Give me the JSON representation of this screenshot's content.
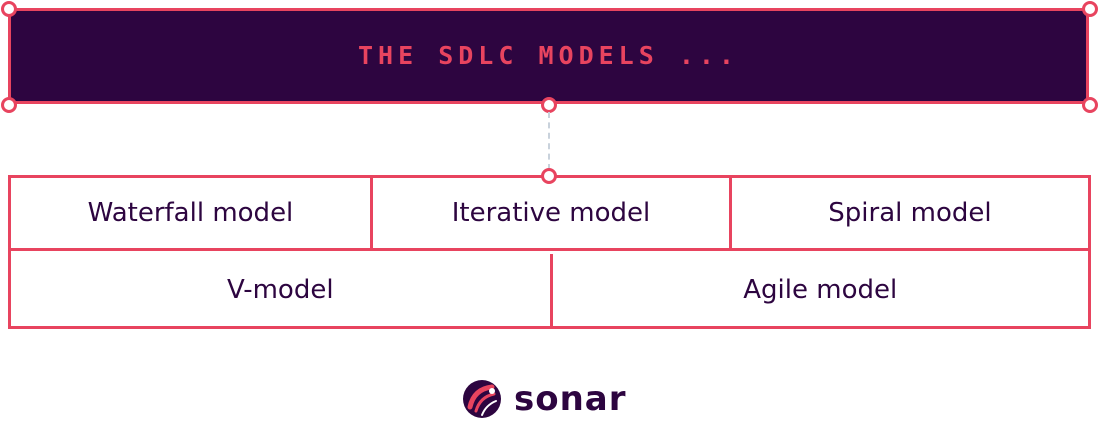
{
  "title": "THE SDLC MODELS ...",
  "models_row_1": [
    "Waterfall model",
    "Iterative model",
    "Spiral model"
  ],
  "models_row_2": [
    "V-model",
    "Agile model"
  ],
  "logo": {
    "text": "sonar",
    "icon": "sonar-logo-icon"
  },
  "colors": {
    "accent": "#e8445f",
    "dark_purple": "#2d0540",
    "connector": "#c9d2dc",
    "background": "#ffffff"
  }
}
